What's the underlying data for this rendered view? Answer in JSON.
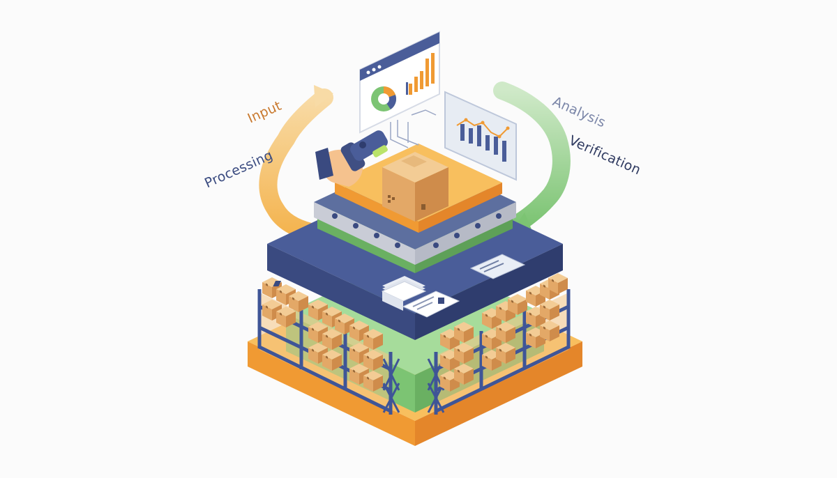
{
  "labels": {
    "input": "Input",
    "processing": "Processing",
    "analysis": "Analysis",
    "verification": "Verification"
  },
  "colors": {
    "orange_arrow": "#f6c16a",
    "green_arrow": "#8fcf86",
    "navy": "#4a5d99",
    "orange_layer": "#f4a640",
    "green_layer": "#8fd18a",
    "box": "#e8b476",
    "shelf_frame": "#3f5597"
  },
  "icons": {
    "scanner": "barcode-scanner-icon",
    "dashboard": "dashboard-chart-icon",
    "graph": "graph-panel-icon",
    "package": "package-box-icon"
  }
}
